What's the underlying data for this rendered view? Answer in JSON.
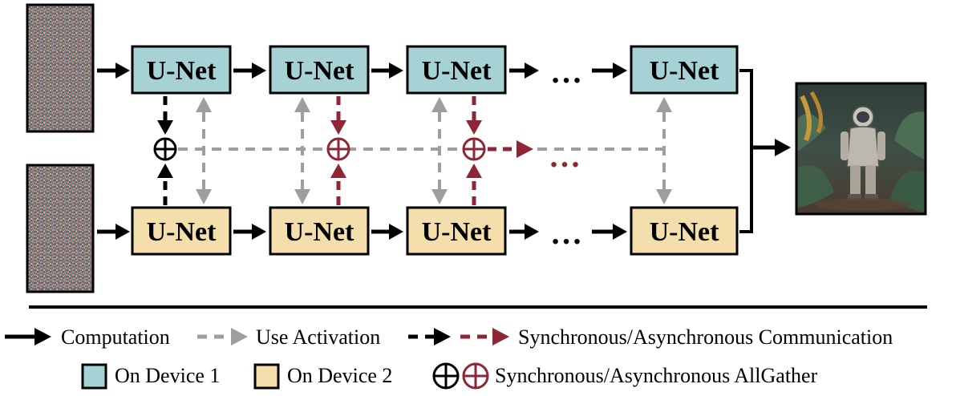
{
  "diagram": {
    "unet_label": "U-Net",
    "ellipsis": "…",
    "colors": {
      "device1_fill": "#a6d2d6",
      "device2_fill": "#f4deab",
      "sync": "#000000",
      "async": "#8e2635",
      "activation": "#9e9e9e"
    }
  },
  "legend": {
    "computation": "Computation",
    "use_activation": "Use Activation",
    "communication": "Synchronous/Asynchronous Communication",
    "device1": "On Device 1",
    "device2": "On Device 2",
    "allgather": "Synchronous/Asynchronous AllGather"
  }
}
